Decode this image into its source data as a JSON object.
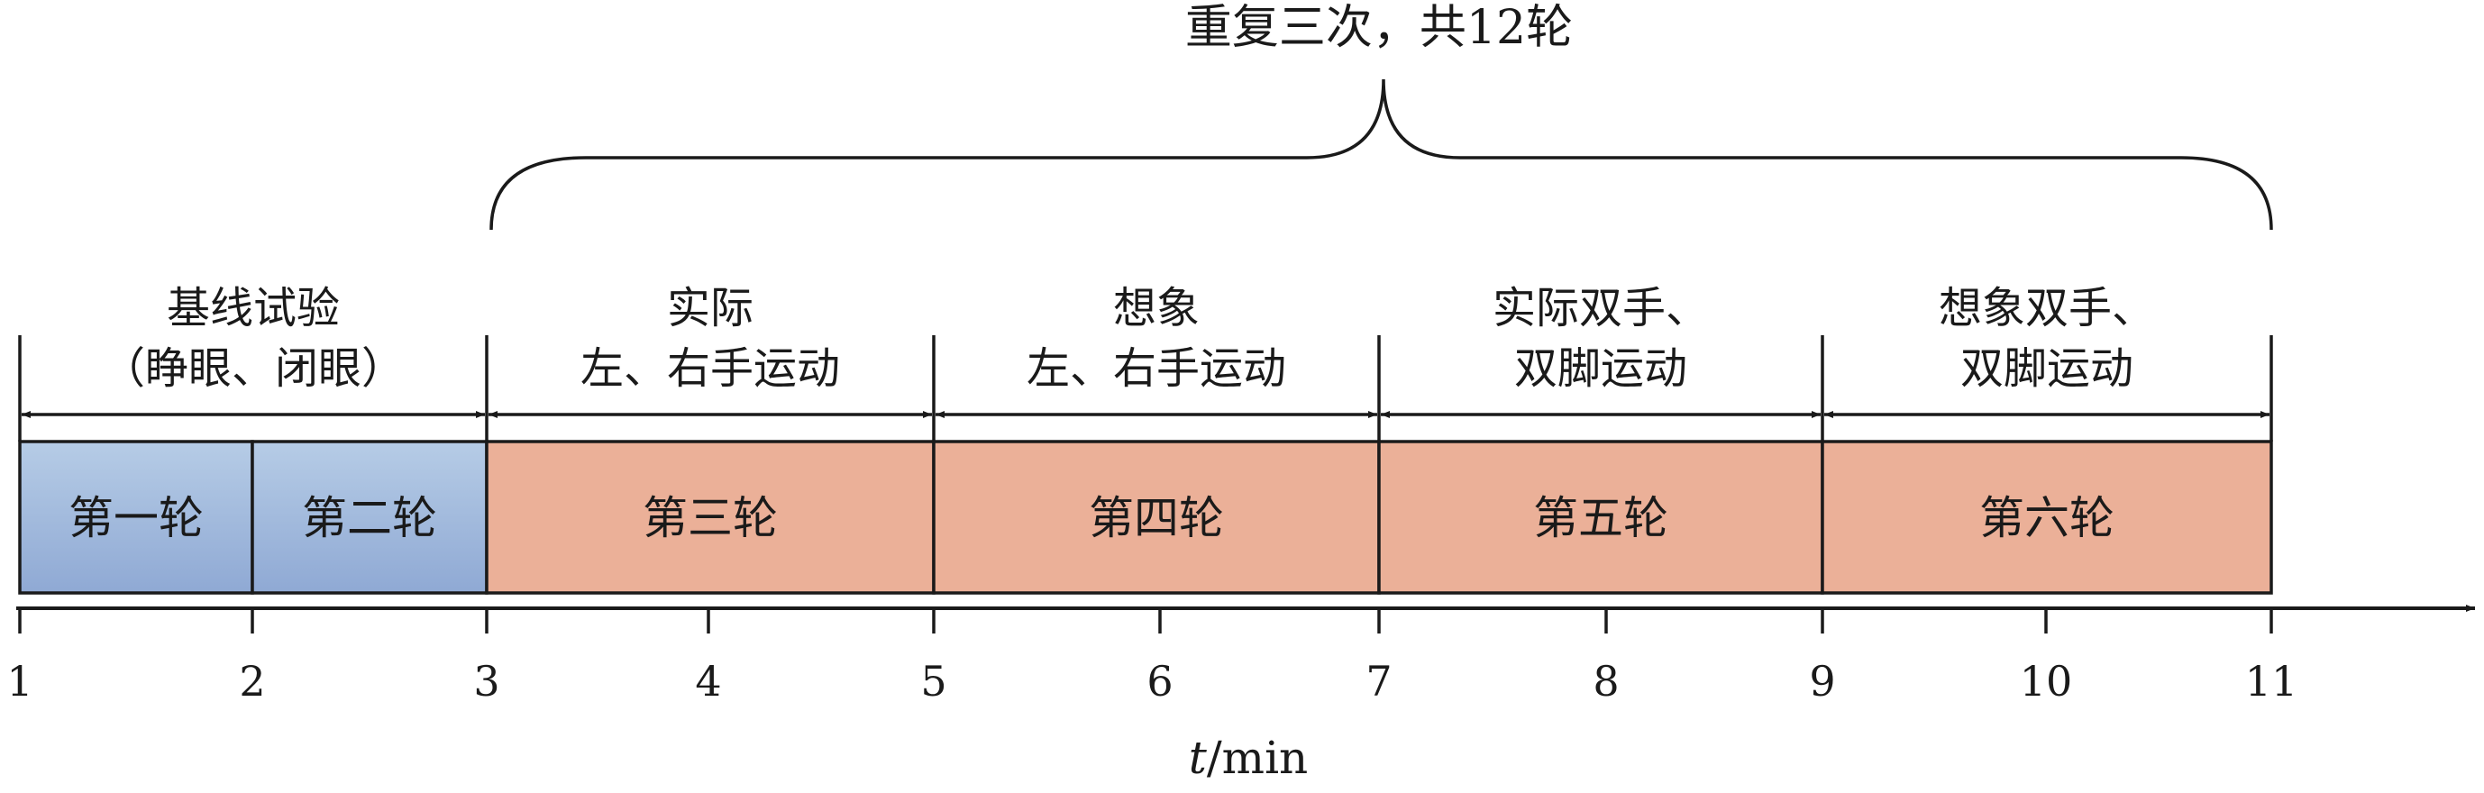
{
  "top_label": "重复三次，共12轮",
  "axis": {
    "label_var": "t",
    "label_unit": "/min",
    "ticks": [
      "1",
      "2",
      "3",
      "4",
      "5",
      "6",
      "7",
      "8",
      "9",
      "10",
      "11"
    ]
  },
  "phases": [
    {
      "line1": "基线试验",
      "line2": "（睁眼、闭眼）",
      "start": 1,
      "end": 3
    },
    {
      "line1": "实际",
      "line2": "左、右手运动",
      "start": 3,
      "end": 5
    },
    {
      "line1": "想象",
      "line2": "左、右手运动",
      "start": 5,
      "end": 7
    },
    {
      "line1": "实际双手、",
      "line2": "双脚运动",
      "start": 7,
      "end": 9
    },
    {
      "line1": "想象双手、",
      "line2": "双脚运动",
      "start": 9,
      "end": 11
    }
  ],
  "rounds": [
    {
      "label": "第一轮",
      "start": 1,
      "end": 2,
      "color": "blue"
    },
    {
      "label": "第二轮",
      "start": 2,
      "end": 3,
      "color": "blue"
    },
    {
      "label": "第三轮",
      "start": 3,
      "end": 5,
      "color": "salmon"
    },
    {
      "label": "第四轮",
      "start": 5,
      "end": 7,
      "color": "salmon"
    },
    {
      "label": "第五轮",
      "start": 7,
      "end": 9,
      "color": "salmon"
    },
    {
      "label": "第六轮",
      "start": 9,
      "end": 11,
      "color": "salmon"
    }
  ],
  "colors": {
    "blue_top": "#b6cce6",
    "blue_bottom": "#8fa9d4",
    "salmon": "#ebb098",
    "line": "#1a1a1a"
  }
}
